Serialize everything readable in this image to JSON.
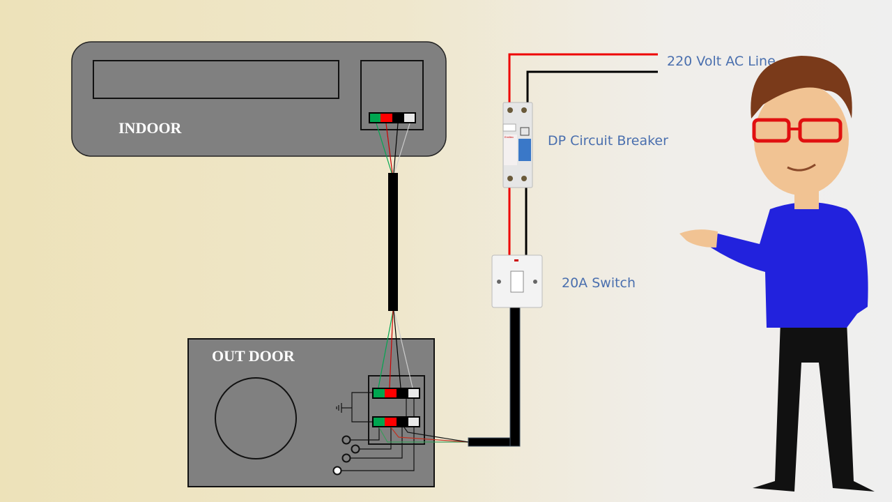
{
  "indoor_unit": {
    "label": "INDOOR"
  },
  "outdoor_unit": {
    "label": "OUT DOOR"
  },
  "labels": {
    "ac_line": "220 Volt AC Line",
    "breaker": "DP Circuit Breaker",
    "switch": "20A Switch"
  },
  "breaker_brand": "Emiltec",
  "wire_colors": {
    "green": "#00a650",
    "red": "#ff0000",
    "black": "#000000",
    "white": "#e8e8e8"
  }
}
